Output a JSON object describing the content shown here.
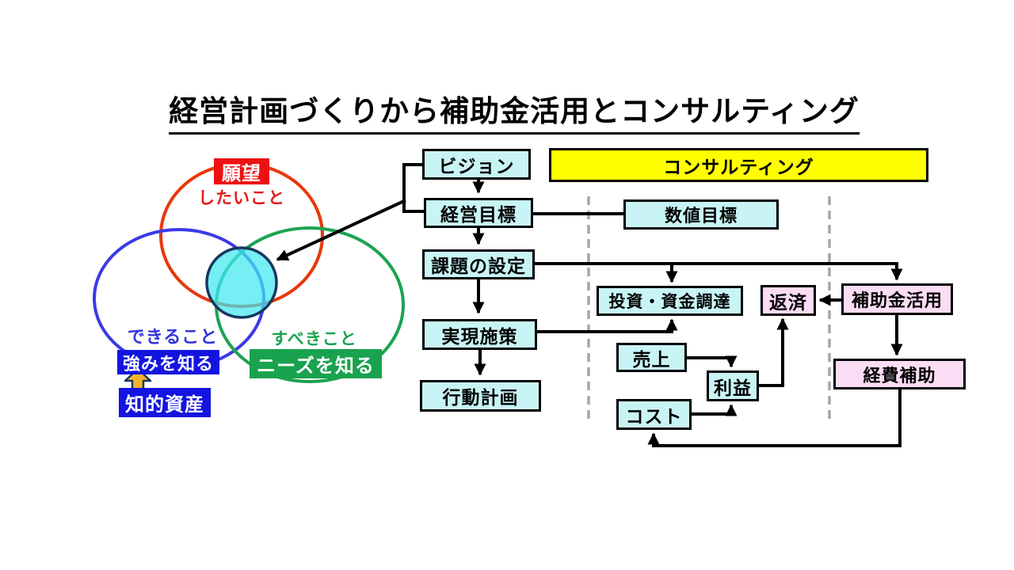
{
  "title": "経営計画づくりから補助金活用とコンサルティング",
  "venn": {
    "desire_label": "願望",
    "desire_sublabel": "したいこと",
    "can_do_label": "できること",
    "strengths_label": "強みを知る",
    "intellectual_assets_label": "知的資産",
    "should_do_label": "すべきこと",
    "needs_label": "ニーズを知る"
  },
  "flow": {
    "vision": "ビジョン",
    "management_goal": "経営目標",
    "issue_setting": "課題の設定",
    "implementation": "実現施策",
    "action_plan": "行動計画"
  },
  "consulting": {
    "banner": "コンサルティング",
    "numeric_target": "数値目標",
    "investment_funding": "投資・資金調達",
    "repayment": "返済",
    "subsidy_use": "補助金活用",
    "sales": "売上",
    "profit": "利益",
    "cost": "コスト",
    "expense_subsidy": "経費補助"
  },
  "colors": {
    "cyan_box": "#C9F4F6",
    "pink_box": "#FBDCF5",
    "yellow_banner": "#FFFF00",
    "red_circle": "#E8380D",
    "blue_circle": "#3A3AE8",
    "green_circle": "#1BA351",
    "blue_fill": "#1414E0",
    "green_fill": "#19A34E",
    "red_fill": "#EE1111",
    "center_circle_fill": "#40E8F0",
    "gold_arrow": "#F2B52B",
    "dashed_line": "#A6A6A6"
  }
}
